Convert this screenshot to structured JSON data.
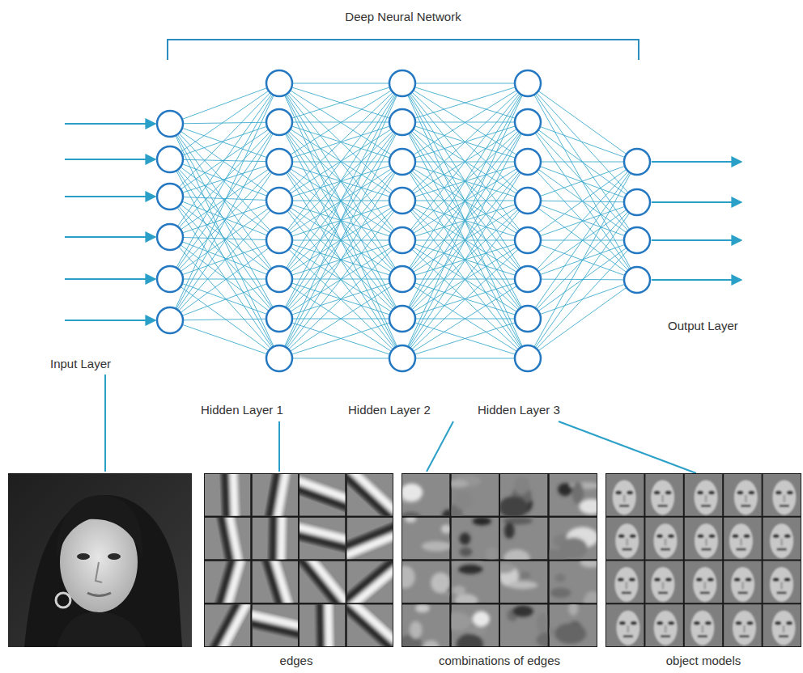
{
  "diagram": {
    "title": "Deep Neural Network",
    "labels": [
      "Input Layer",
      "Hidden Layer 1",
      "Hidden Layer 2",
      "Hidden Layer 3",
      "Output Layer",
      "edges",
      "combinations of edges",
      "object models"
    ]
  }
}
